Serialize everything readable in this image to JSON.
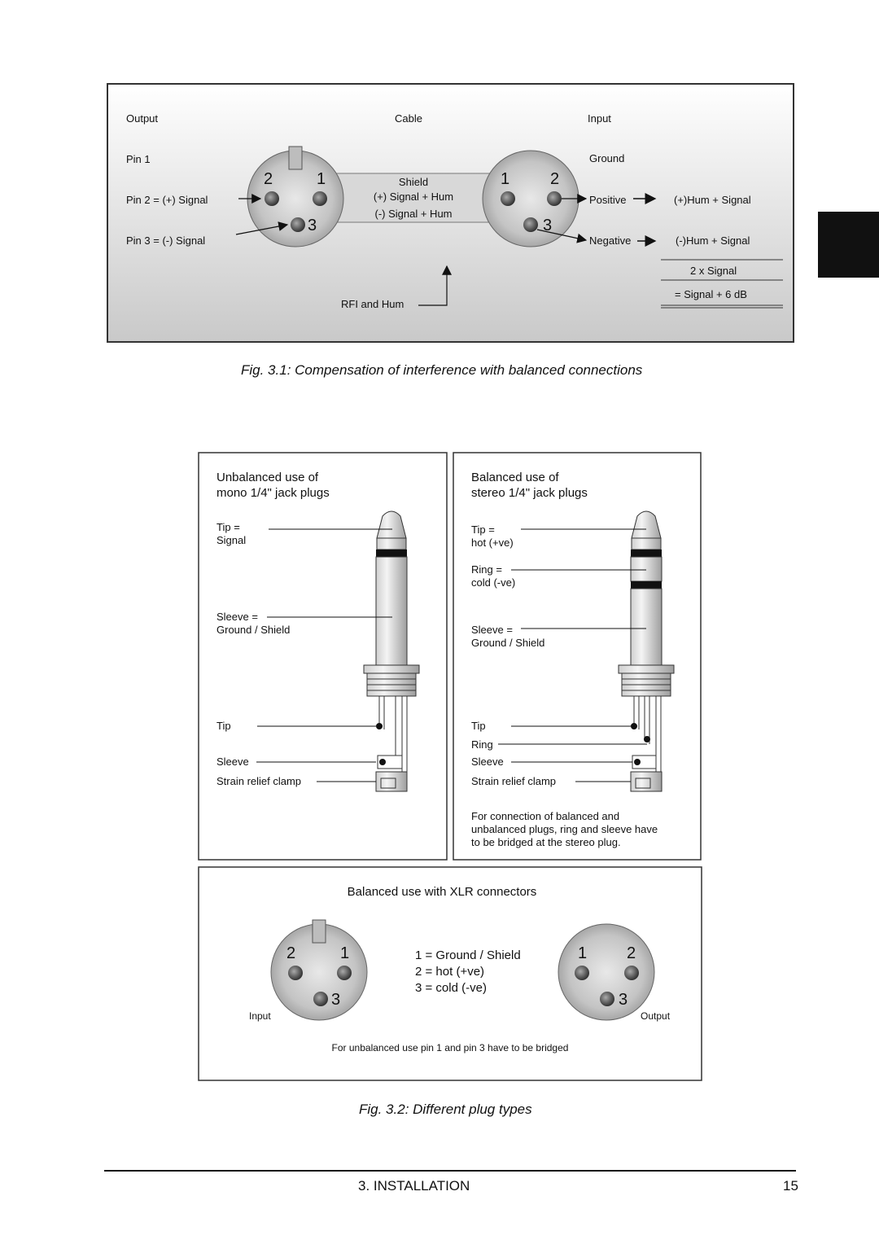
{
  "fig1": {
    "output": "Output",
    "cable": "Cable",
    "input": "Input",
    "pin1": "Pin 1",
    "pin2": "Pin 2 = (+) Signal",
    "pin3": "Pin 3 = (-) Signal",
    "ground": "Ground",
    "shield": "Shield",
    "plus_signal_hum": "(+) Signal + Hum",
    "minus_signal_hum": "(-) Signal + Hum",
    "positive": "Positive",
    "negative": "Negative",
    "plus_hum_signal": "(+)Hum + Signal",
    "minus_hum_signal": "(-)Hum + Signal",
    "two_x_signal": "2 x Signal",
    "signal_6db": "= Signal + 6 dB",
    "rfi_hum": "RFI and Hum",
    "xlr_left": {
      "n1": "1",
      "n2": "2",
      "n3": "3"
    },
    "xlr_right": {
      "n1": "1",
      "n2": "2",
      "n3": "3"
    },
    "caption": "Fig. 3.1: Compensation of interference with balanced connections"
  },
  "mono": {
    "title1": "Unbalanced use of",
    "title2": "mono 1/4\" jack plugs",
    "tip1": "Tip =",
    "tip2": "Signal",
    "sleeve1": "Sleeve =",
    "sleeve2": "Ground / Shield",
    "tip": "Tip",
    "sleeve": "Sleeve",
    "strain": "Strain relief clamp"
  },
  "stereo": {
    "title1": "Balanced use of",
    "title2": "stereo 1/4\" jack plugs",
    "tip1": "Tip =",
    "tip2": "hot (+ve)",
    "ring1": "Ring =",
    "ring2": "cold (-ve)",
    "sleeve1": "Sleeve =",
    "sleeve2": "Ground / Shield",
    "tip": "Tip",
    "ring": "Ring",
    "sleeve": "Sleeve",
    "strain": "Strain relief clamp",
    "note1": "For connection of balanced and",
    "note2": "unbalanced plugs, ring and sleeve have",
    "note3": "to be bridged at the stereo plug."
  },
  "xlr_box": {
    "title": "Balanced use with XLR connectors",
    "legend1": "1 = Ground / Shield",
    "legend2": "2 = hot (+ve)",
    "legend3": "3 = cold (-ve)",
    "input": "Input",
    "output": "Output",
    "note": "For unbalanced use pin 1 and pin 3 have to be bridged",
    "left": {
      "n1": "1",
      "n2": "2",
      "n3": "3"
    },
    "right": {
      "n1": "1",
      "n2": "2",
      "n3": "3"
    }
  },
  "fig2_caption": "Fig. 3.2: Different plug types",
  "footer": {
    "section": "3.  INSTALLATION",
    "page": "15"
  }
}
